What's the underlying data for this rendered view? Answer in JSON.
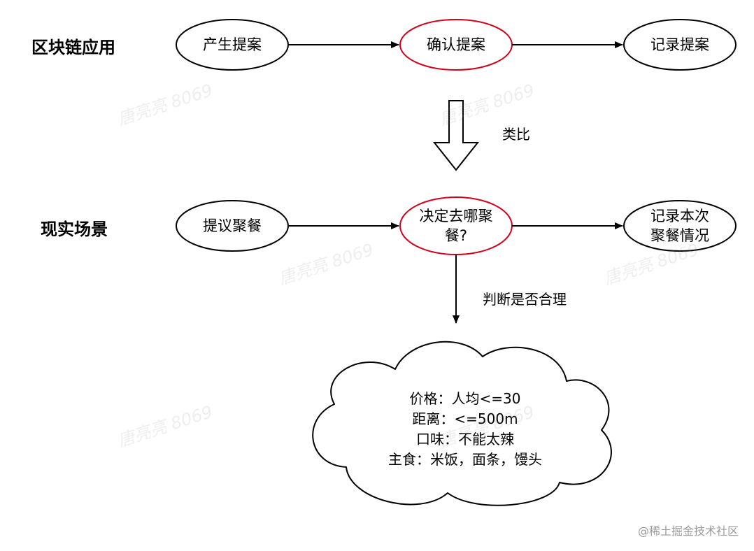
{
  "rows": {
    "blockchain": "区块链应用",
    "real": "现实场景"
  },
  "nodes": {
    "produce": "产生提案",
    "confirm": "确认提案",
    "record": "记录提案",
    "propose_dinner": "提议聚餐",
    "decide_line1": "决定去哪聚",
    "decide_line2": "餐?",
    "record_dinner_line1": "记录本次",
    "record_dinner_line2": "聚餐情况"
  },
  "edges": {
    "analogy": "类比",
    "judge": "判断是否合理"
  },
  "cloud": {
    "lines": [
      "价格：人均<=30",
      "距离：<=500m",
      "口味：不能太辣",
      "主食：米饭，面条，馒头"
    ]
  },
  "watermark": "唐亮亮 8069",
  "credit": "@稀土掘金技术社区",
  "colors": {
    "highlight": "#d0021b",
    "stroke": "#000000"
  }
}
